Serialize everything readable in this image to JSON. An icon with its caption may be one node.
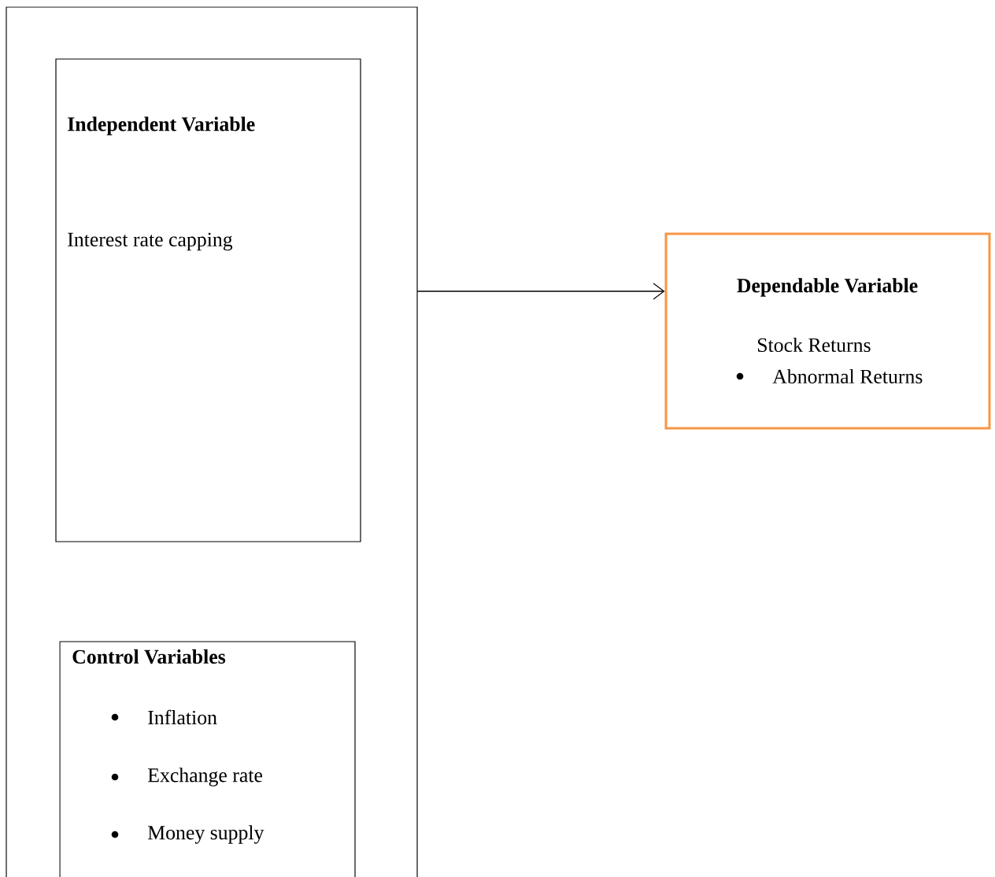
{
  "diagram": {
    "nodes": [
      {
        "text": [],
        "shape": "box"
      },
      {
        "text": [
          "Independent Variable",
          "Interest rate capping"
        ],
        "in": 0
      },
      {
        "text": [
          "Control Variables",
          "Inflation",
          "Exchange rate",
          "Money supply"
        ],
        "in": 0
      },
      {
        "text": [
          "Dependable Variable",
          "Stock Returns",
          "Abnormal Returns"
        ]
      }
    ],
    "edges": [
      {
        "from": 0,
        "to": 3,
        "arrow": "to"
      }
    ]
  }
}
